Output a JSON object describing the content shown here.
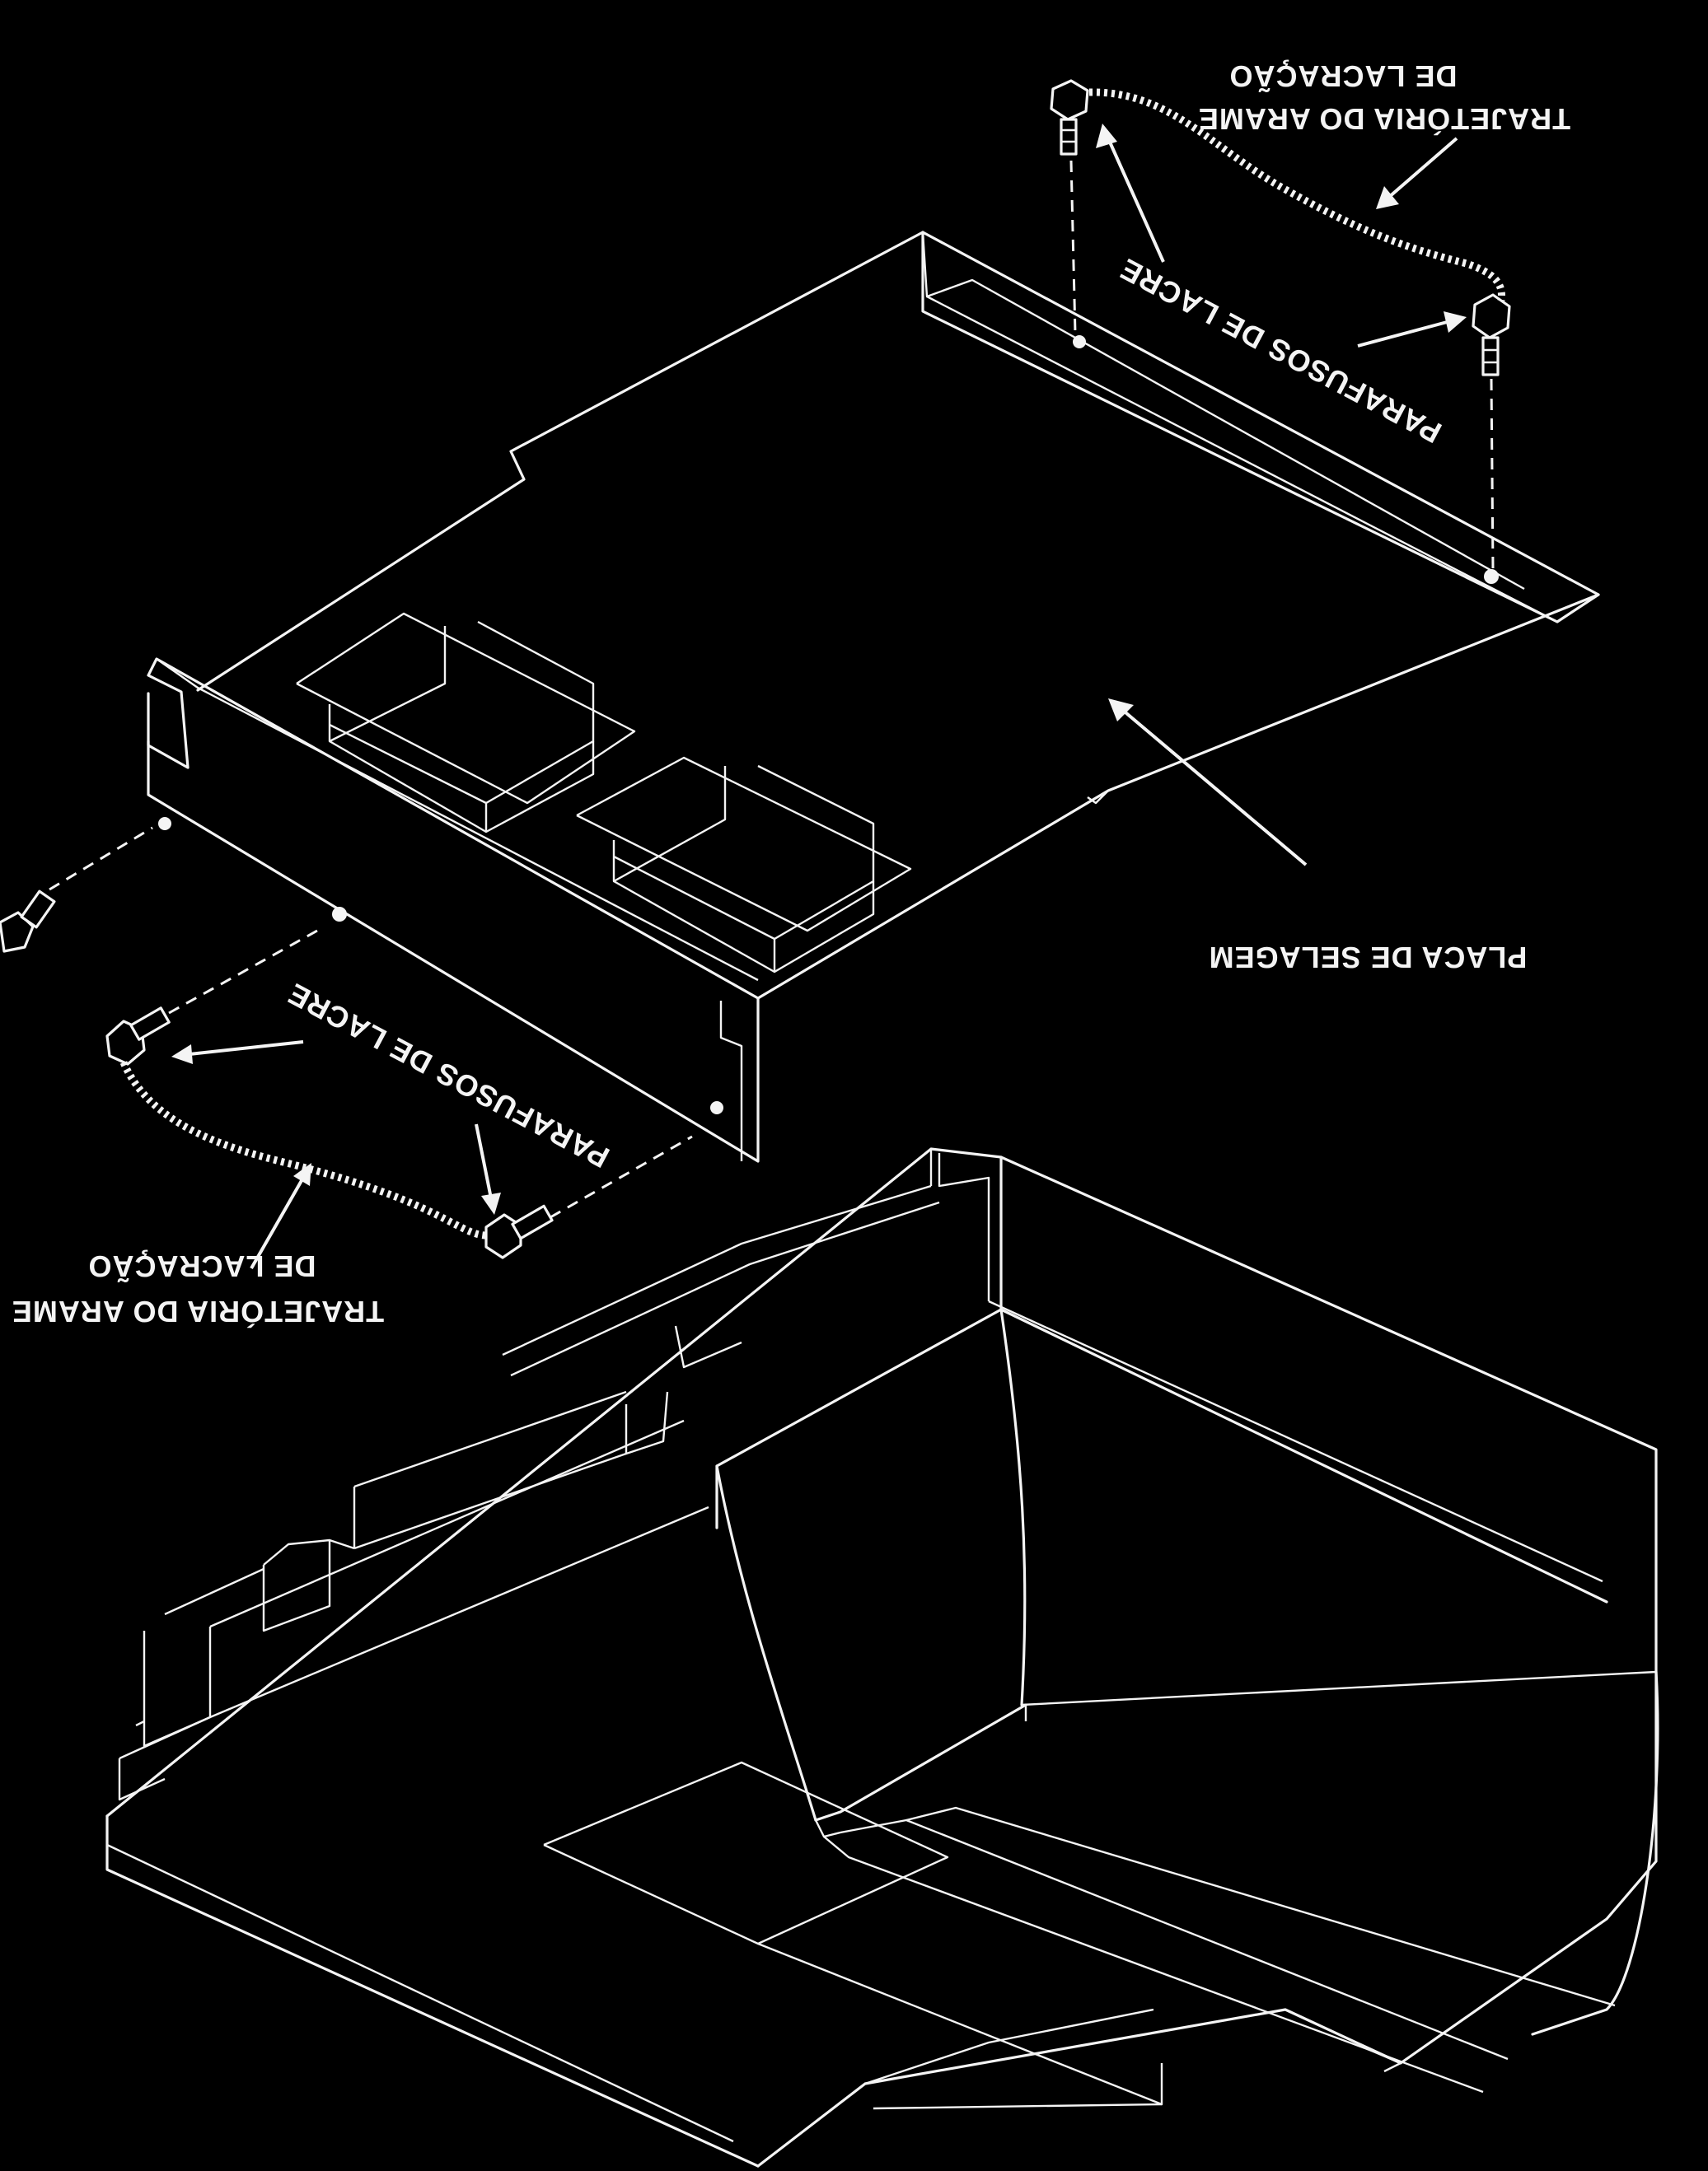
{
  "labels": {
    "wire_path_top_line1": "DE LACRAÇÃO",
    "wire_path_top_line2": "TRAJETÓRIA DO ARAME",
    "seal_screws_top": "PARAFUSOS DE LACRE",
    "sealing_plate": "PLACA DE SELAGEM",
    "seal_screws_bottom": "PARAFUSOS DE LACRE",
    "wire_path_bottom_line1": "DE LACRAÇÃO",
    "wire_path_bottom_line2": "TRAJETÓRIA DO ARAME"
  },
  "colors": {
    "background": "#000000",
    "line": "#f4f4f4"
  },
  "orientation": "rotated 180 degrees"
}
